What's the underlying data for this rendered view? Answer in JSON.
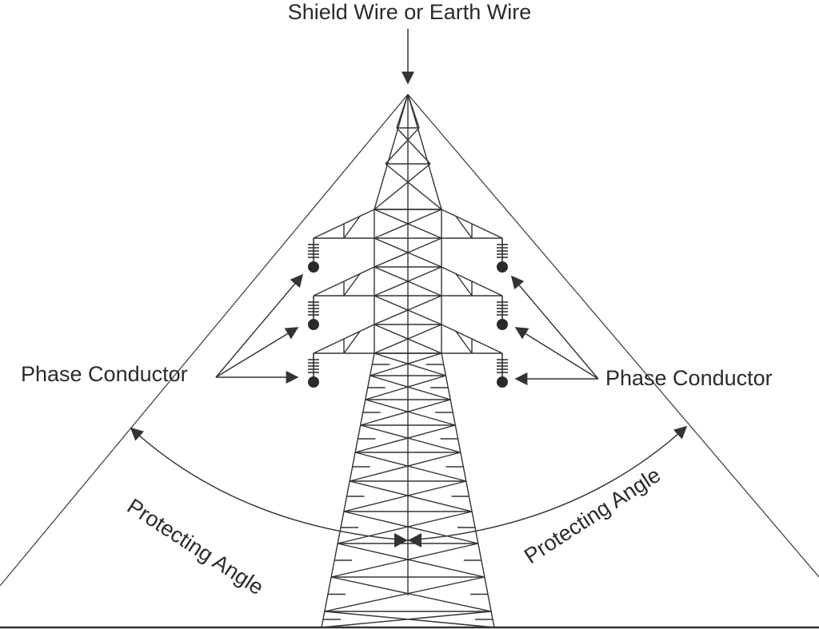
{
  "labels": {
    "shield_wire": "Shield Wire or Earth Wire",
    "phase_conductor_left": "Phase Conductor",
    "phase_conductor_right": "Phase Conductor",
    "protecting_angle_left": "Protecting Angle",
    "protecting_angle_right": "Protecting Angle"
  },
  "colors": {
    "line": "#333333",
    "background": "#ffffff"
  }
}
